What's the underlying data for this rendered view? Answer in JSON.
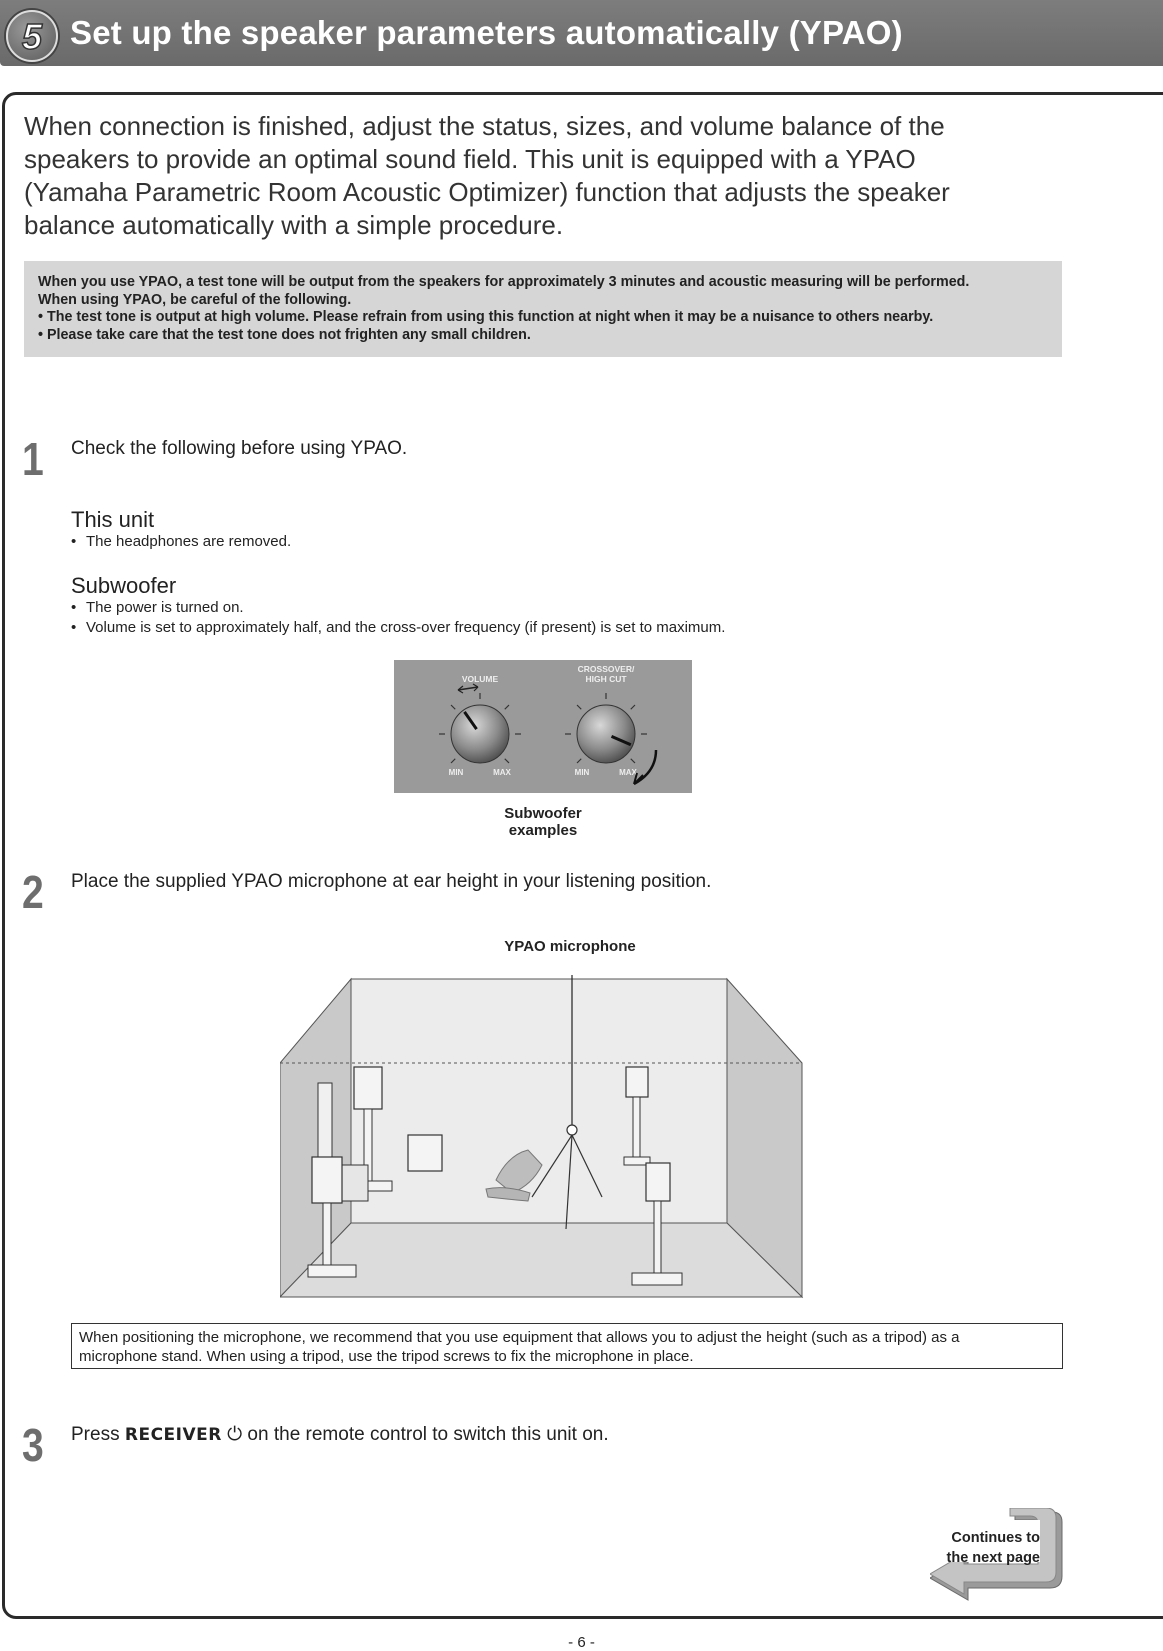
{
  "header": {
    "step_number": "5",
    "title": "Set up the speaker parameters automatically (YPAO)"
  },
  "intro": {
    "line1": "When connection is finished, adjust the status, sizes, and volume balance of the",
    "line2": "speakers to provide an optimal sound field. This unit is equipped with a YPAO",
    "line3": "(Yamaha Parametric Room Acoustic Optimizer) function that adjusts the speaker",
    "line4": "balance automatically with a simple procedure."
  },
  "warning": {
    "line1": "When you use YPAO, a test tone will be output from the speakers for approximately 3 minutes and acoustic measuring will be performed.",
    "line2": "When using YPAO, be careful of the following.",
    "bullet1": "•  The test tone is output at high volume. Please refrain from using this function at night when it may be a nuisance to others nearby.",
    "bullet2": "•  Please take care that the test tone does not frighten any small children."
  },
  "step1": {
    "number": "1",
    "text": "Check the following before using YPAO.",
    "this_unit_heading": "This unit",
    "this_unit_bullet": "The headphones are removed.",
    "subwoofer_heading": "Subwoofer",
    "subwoofer_bullet1": "The power is turned on.",
    "subwoofer_bullet2": "Volume is set to approximately half, and the cross-over frequency (if present) is set to maximum.",
    "bullet_symbol": "•"
  },
  "knobs": {
    "volume_label": "VOLUME",
    "crossover_label_line1": "CROSSOVER/",
    "crossover_label_line2": "HIGH CUT",
    "min_label": "MIN",
    "max_label": "MAX",
    "volume_level_fraction": 0.5,
    "crossover_level_fraction": 1.0,
    "caption": "Subwoofer examples"
  },
  "step2": {
    "number": "2",
    "text": "Place the supplied YPAO microphone at ear height in your listening position.",
    "illustration_label": "YPAO microphone"
  },
  "note": {
    "line1": "When positioning the microphone, we recommend that you use equipment that allows you to adjust the height (such as a tripod) as a",
    "line2": "microphone stand. When using a tripod, use the tripod screws to fix the microphone in place."
  },
  "step3": {
    "number": "3",
    "press": "Press ",
    "key": "RECEIVER",
    "power_symbol": "⏻",
    "rest": " on the remote control to switch this unit on."
  },
  "continue": {
    "line1": "Continues to",
    "line2": "the next page"
  },
  "footer": {
    "page_number": "- 6 -"
  }
}
